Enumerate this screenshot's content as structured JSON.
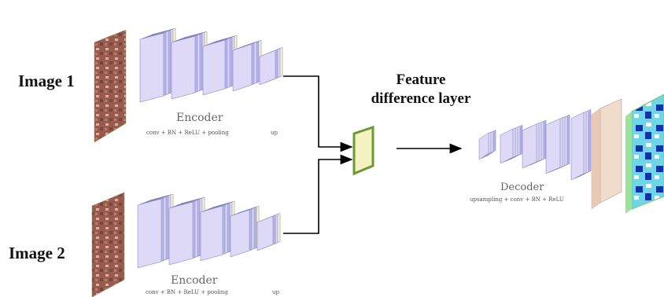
{
  "labels": {
    "image1": "Image 1",
    "image2": "Image 2",
    "feature_line1": "Feature",
    "feature_line2": "difference layer"
  },
  "encoder_top": {
    "title": "Encoder",
    "subtitle": "conv + BN + ReLU + pooling",
    "tail": "up"
  },
  "encoder_bottom": {
    "title": "Encoder",
    "subtitle": "conv + BN + ReLU + pooling",
    "tail": "up"
  },
  "decoder": {
    "title": "Decoder",
    "subtitle": "upsampling + conv + BN + ReLU"
  },
  "colors": {
    "layer_face": "#fbf8c8",
    "layer_stripe": "#b9b6ee",
    "decoder_face": "#b4b2f0",
    "decoder_edge": "#e8a8a8",
    "feature_fill": "#f4f3c0",
    "feature_border": "#6b9a34",
    "final_face": "#f0dccb",
    "arrow": "#000000"
  }
}
